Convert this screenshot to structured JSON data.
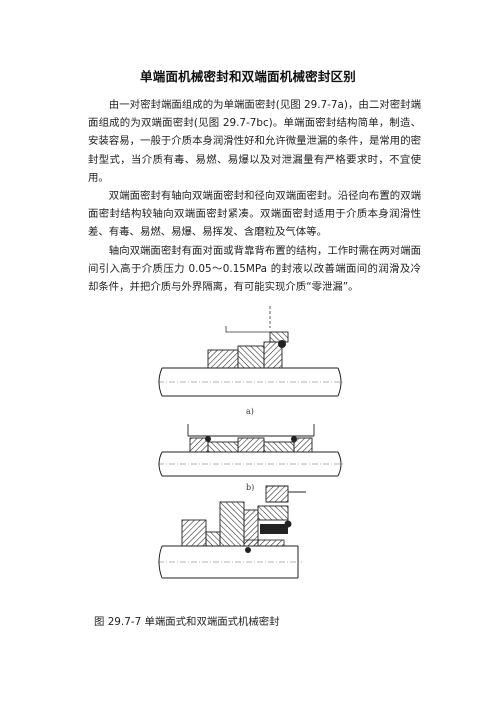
{
  "document": {
    "title": "单端面机械密封和双端面机械密封区别",
    "paragraphs": [
      "由一对密封端面组成的为单端面密封(见图 29.7-7a)，由二对密封端面组成的为双端面密封(见图 29.7-7bc)。单端面密封结构简单，制造、安装容易，一般于介质本身润滑性好和允许微量泄漏的条件，是常用的密封型式，当介质有毒、易燃、易爆以及对泄漏量有严格要求时，不宜使用。",
      "双端面密封有轴向双端面密封和径向双端面密封。沿径向布置的双端面密封结构较轴向双端面密封紧凑。双端面密封适用于介质本身润滑性差、有毒、易燃、易爆、易挥发、含磨粒及气体等。",
      "轴向双端面密封有面对面或背靠背布置的结构，工作时需在两对端面间引入高于介质压力 0.05～0.15MPa 的封液以改善端面间的润滑及冷却条件，并把介质与外界隔离，有可能实现介质“零泄漏”。"
    ],
    "figure": {
      "sub_labels": [
        "a)",
        "b)"
      ],
      "caption": "图 29.7-7 单端面式和双端面式机械密封"
    }
  }
}
